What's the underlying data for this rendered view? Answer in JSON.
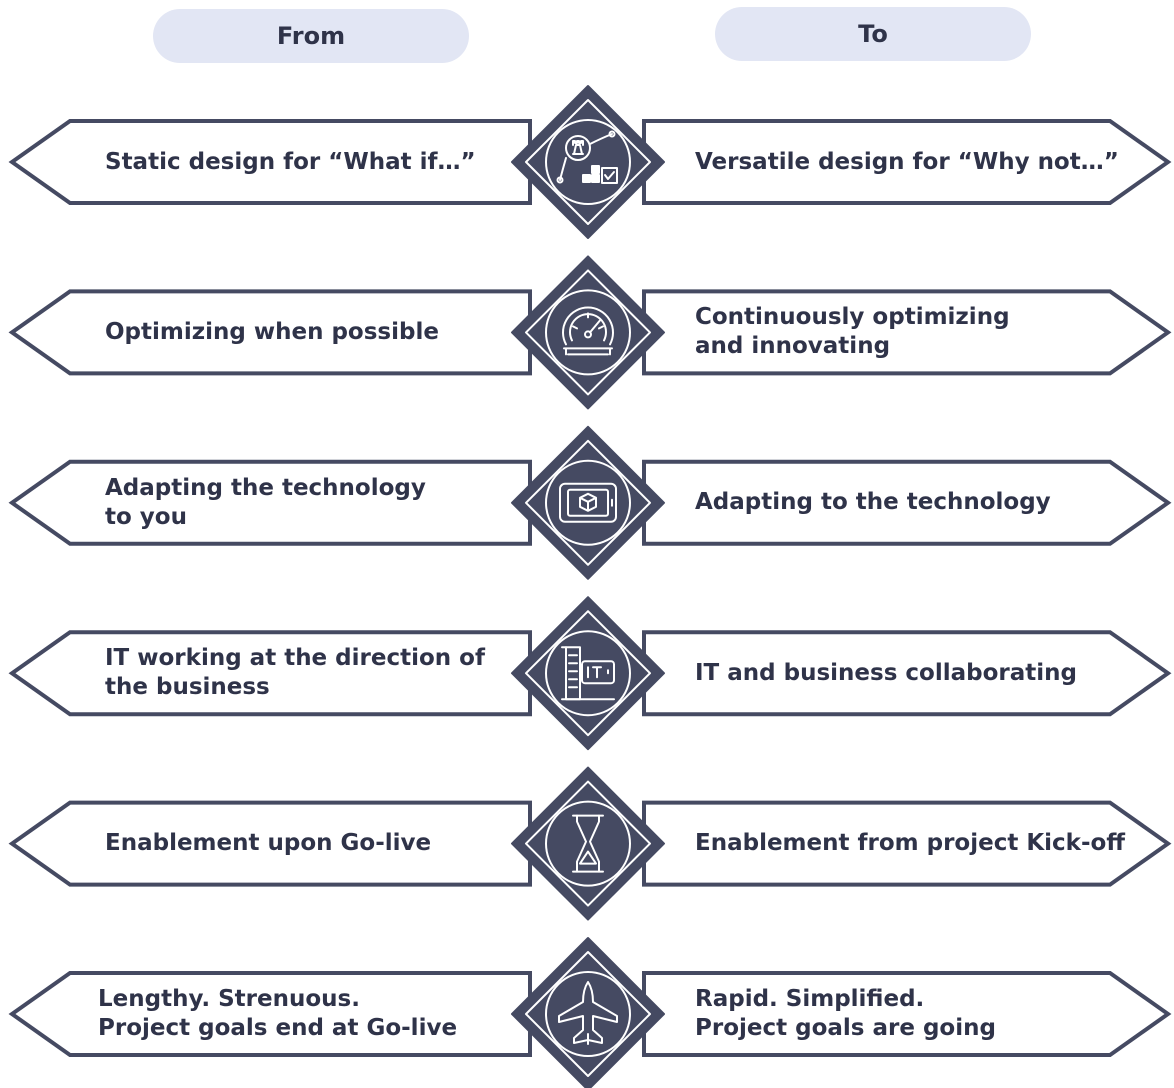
{
  "header": {
    "from_label": "From",
    "to_label": "To"
  },
  "colors": {
    "accent": "#454a62",
    "pill": "#e2e6f4",
    "text": "#2f3349"
  },
  "rows": [
    {
      "from": "Static design for “What if…”",
      "to": "Versatile design for “Why not…”",
      "icon": "strategy-icon"
    },
    {
      "from": "Optimizing when possible",
      "to": "Continuously optimizing\nand innovating",
      "icon": "speedometer-icon"
    },
    {
      "from": "Adapting the technology\nto you",
      "to": "Adapting to the technology",
      "icon": "tablet-cube-icon"
    },
    {
      "from": "IT working at the direction of\nthe business",
      "to": "IT and business collaborating",
      "icon": "it-building-icon"
    },
    {
      "from": "Enablement upon Go-live",
      "to": "Enablement from project Kick-off",
      "icon": "hourglass-icon"
    },
    {
      "from": "Lengthy. Strenuous.\nProject goals end at Go-live",
      "to": "Rapid. Simplified.\nProject goals are going",
      "icon": "jet-icon"
    }
  ]
}
